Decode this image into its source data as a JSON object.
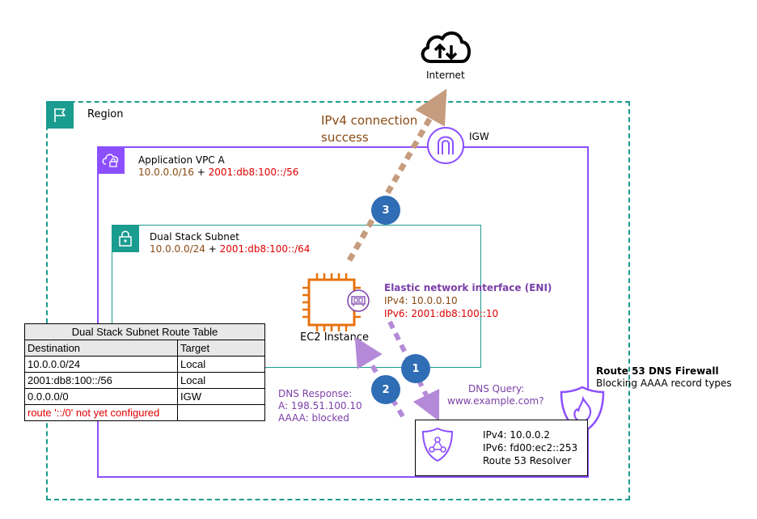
{
  "internet": {
    "label": "Internet",
    "icon": "cloud-upload-download-icon"
  },
  "region": {
    "label": "Region",
    "icon": "flag-icon"
  },
  "igw": {
    "label": "IGW",
    "icon": "internet-gateway-icon"
  },
  "ipv4_connection": {
    "line1": "IPv4 connection",
    "line2": "success"
  },
  "vpc": {
    "title": "Application VPC A",
    "ipv4": "10.0.0.0/16",
    "plus": " + ",
    "ipv6": "2001:db8:100::/56",
    "icon": "vpc-cloud-lock-icon"
  },
  "subnet": {
    "title": "Dual Stack Subnet",
    "ipv4": "10.0.0.0/24",
    "plus": " + ",
    "ipv6": "2001:db8:100::/64",
    "icon": "padlock-icon"
  },
  "eni": {
    "title": "Elastic network interface (ENI)",
    "ipv4": "IPv4: 10.0.0.10",
    "ipv6": "IPv6: 2001:db8:100::10",
    "icon": "eni-card-icon"
  },
  "ec2": {
    "label": "EC2 Instance",
    "icon": "ec2-chip-icon"
  },
  "route_table": {
    "caption": "Dual Stack Subnet Route Table",
    "headers": [
      "Destination",
      "Target"
    ],
    "rows": [
      [
        "10.0.0.0/24",
        "Local"
      ],
      [
        "2001:db8:100::/56",
        "Local"
      ],
      [
        "0.0.0.0/0",
        "IGW"
      ],
      [
        "route '::/0' not yet configured",
        ""
      ]
    ]
  },
  "steps": [
    "1",
    "2",
    "3"
  ],
  "dns_response": {
    "line1": "DNS Response:",
    "line2": "A: 198.51.100.10",
    "line3": "AAAA: blocked"
  },
  "dns_query": {
    "line1": "DNS Query:",
    "line2": "www.example.com?"
  },
  "firewall": {
    "title": "Route 53 DNS Firewall",
    "subtitle": "Blocking AAAA record types",
    "icon": "shield-flame-icon"
  },
  "resolver": {
    "ipv4": "IPv4: 10.0.0.2",
    "ipv6": "IPv6: fd00:ec2::253",
    "label": "Route 53 Resolver",
    "icon": "resolver-shield-icon"
  },
  "colors": {
    "teal": "#1a9c8f",
    "vpc_purple": "#8c4fff",
    "ec2_orange": "#e8720c",
    "arrow_brown": "#c69c7e",
    "arrow_purple": "#b48ad8",
    "step_blue": "#2f6db5",
    "red": "#e00000",
    "brown_text": "#8a4b14"
  }
}
